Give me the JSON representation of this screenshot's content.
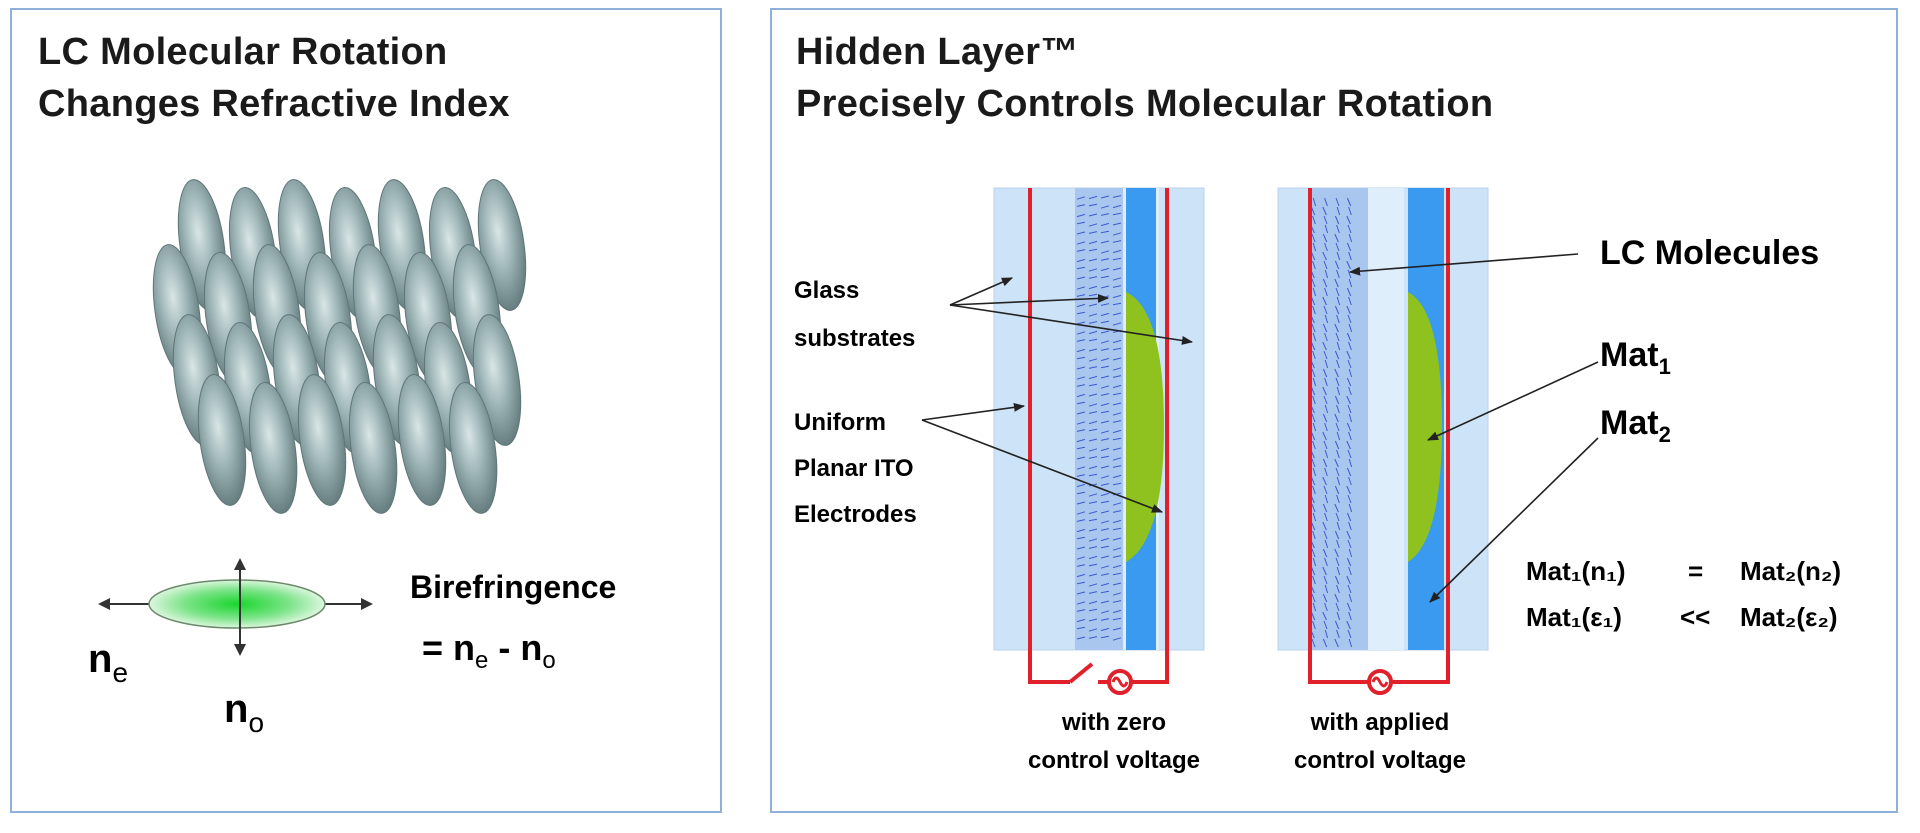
{
  "left": {
    "title_line1": "LC Molecular  Rotation",
    "title_line2": "Changes Refractive Index",
    "birefringence_label": "Birefringence",
    "birefringence_eq_prefix": "= n",
    "birefringence_sub_e": "e",
    "birefringence_minus": " - n",
    "birefringence_sub_o": "o",
    "ne_label": "n",
    "ne_sub": "e",
    "no_label": "n",
    "no_sub": "o"
  },
  "right": {
    "title_line1": "Hidden Layer™",
    "title_line2": "Precisely  Controls  Molecular  Rotation",
    "glass_label_line1": "Glass",
    "glass_label_line2": "substrates",
    "ito_label_line1": "Uniform",
    "ito_label_line2": "Planar ITO",
    "ito_label_line3": "Electrodes",
    "lc_label": "LC Molecules",
    "mat1_label": "Mat",
    "mat1_sub": "1",
    "mat2_label": "Mat",
    "mat2_sub": "2",
    "eq1_left": "Mat₁(n₁)",
    "eq1_op": "=",
    "eq1_right": "Mat₂(n₂)",
    "eq2_left": "Mat₁(ε₁)",
    "eq2_op": "<<",
    "eq2_right": "Mat₂(ε₂)",
    "caption_zero_line1": "with zero",
    "caption_zero_line2": "control voltage",
    "caption_applied_line1": "with applied",
    "caption_applied_line2": "control voltage"
  },
  "colors": {
    "panel_border": "#8fb0d8",
    "glass": "#cde3f7",
    "lc_layer": "#a9c6ee",
    "mat2_layer": "#3a9af0",
    "mat1_lens": "#8fc21f",
    "electrode": "#e0202a",
    "ellipsoid": "#8fa9ab",
    "green_glow": "#29d43a"
  }
}
